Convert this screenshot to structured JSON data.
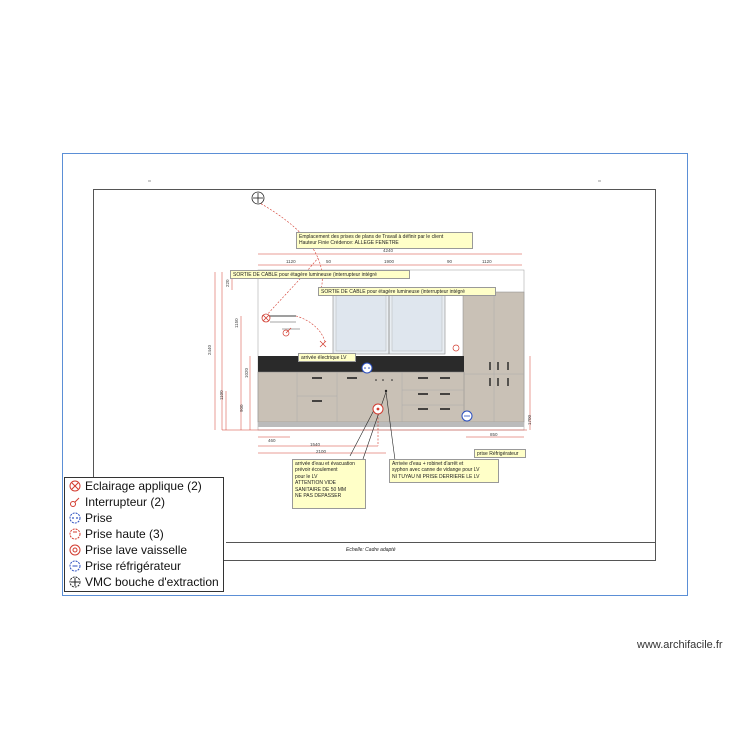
{
  "drawing": {
    "scale_label": "Echelle: Cadre adapté",
    "notes": {
      "plans": [
        "Emplacement des prises de plans de Travail à définir par le client",
        "Hauteur Finie Crédence: ALLEGE FENETRE"
      ],
      "sortie1": "SORTIE DE CABLE pour étagère lumineuse (interrupteur intégré",
      "sortie2": "SORTIE DE CABLE pour étagère lumineuse (interrupteur intégré",
      "arrivee_lv": "arrivée électrique LV",
      "evac": [
        "arrivée d'eau et évacuation",
        "prévoir écoulement",
        "pour le LV",
        "ATTENTION VIDE",
        "SANITAIRE DE 50 MM",
        "NE PAS DEPASSER"
      ],
      "eau": [
        "Arrivée d'eau + robinet d'arrêt et",
        "syphon avec canne de vidange pour LV",
        "NI TUYAU NI PRISE DERRIERE LE LV"
      ],
      "frigo": "prise Réfrigérateur"
    },
    "dims_top": [
      "1120",
      "50",
      "1900",
      "90",
      "1120"
    ],
    "dim_total_top": "4240",
    "dims_left": [
      "220",
      "1100",
      "2440",
      "1150",
      "1020",
      "900"
    ],
    "dims_bottom": [
      "460",
      "1540",
      "2100",
      "850"
    ],
    "dim_right": "1700"
  },
  "legend": {
    "items": [
      {
        "label": "Eclairage applique (2)",
        "icon": "wall-light-icon",
        "color": "#d23b2f"
      },
      {
        "label": "Interrupteur (2)",
        "icon": "switch-icon",
        "color": "#d23b2f"
      },
      {
        "label": "Prise",
        "icon": "socket-icon",
        "color": "#2b4fbf"
      },
      {
        "label": "Prise haute (3)",
        "icon": "high-socket-icon",
        "color": "#d23b2f"
      },
      {
        "label": "Prise lave vaisselle",
        "icon": "dishwasher-socket-icon",
        "color": "#d23b2f"
      },
      {
        "label": "Prise réfrigérateur",
        "icon": "fridge-socket-icon",
        "color": "#2b4fbf"
      },
      {
        "label": "VMC bouche d'extraction",
        "icon": "vmc-icon",
        "color": "#222222"
      }
    ]
  },
  "footer": {
    "watermark": "www.archifacile.fr"
  }
}
